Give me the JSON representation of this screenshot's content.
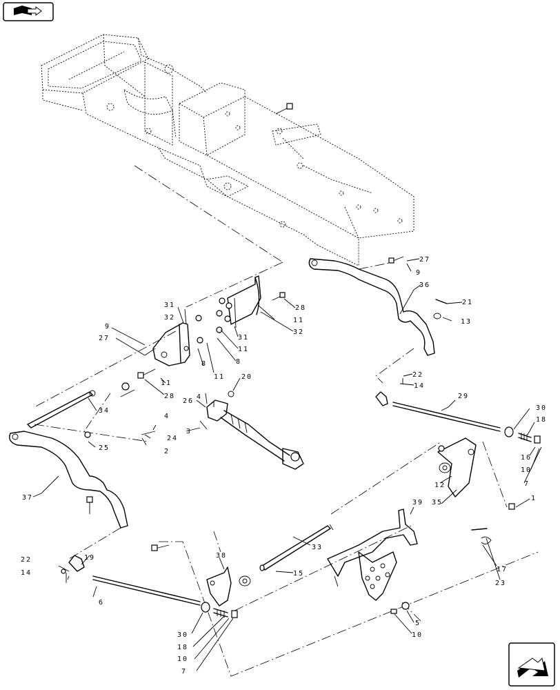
{
  "diagram": {
    "nav": {
      "top_left_icon": "book-arrow-icon",
      "bottom_right_icon": "next-page-arrow-icon"
    },
    "callouts": [
      {
        "id": "c-27a",
        "label": "27"
      },
      {
        "id": "c-9a",
        "label": "9"
      },
      {
        "id": "c-36",
        "label": "36"
      },
      {
        "id": "c-21",
        "label": "21"
      },
      {
        "id": "c-13",
        "label": "13"
      },
      {
        "id": "c-28a",
        "label": "28"
      },
      {
        "id": "c-11a",
        "label": "11"
      },
      {
        "id": "c-32a",
        "label": "32"
      },
      {
        "id": "c-31a",
        "label": "31"
      },
      {
        "id": "c-11b",
        "label": "11"
      },
      {
        "id": "c-8a",
        "label": "8"
      },
      {
        "id": "c-31b",
        "label": "31"
      },
      {
        "id": "c-32b",
        "label": "32"
      },
      {
        "id": "c-9b",
        "label": "9"
      },
      {
        "id": "c-27b",
        "label": "27"
      },
      {
        "id": "c-8b",
        "label": "8"
      },
      {
        "id": "c-11c",
        "label": "11"
      },
      {
        "id": "c-20",
        "label": "20"
      },
      {
        "id": "c-11d",
        "label": "11"
      },
      {
        "id": "c-28b",
        "label": "28"
      },
      {
        "id": "c-4a",
        "label": "4"
      },
      {
        "id": "c-26",
        "label": "26"
      },
      {
        "id": "c-3",
        "label": "3"
      },
      {
        "id": "c-34",
        "label": "34"
      },
      {
        "id": "c-4b",
        "label": "4"
      },
      {
        "id": "c-24",
        "label": "24"
      },
      {
        "id": "c-25",
        "label": "25"
      },
      {
        "id": "c-2",
        "label": "2"
      },
      {
        "id": "c-22a",
        "label": "22"
      },
      {
        "id": "c-14a",
        "label": "14"
      },
      {
        "id": "c-29",
        "label": "29"
      },
      {
        "id": "c-30a",
        "label": "30"
      },
      {
        "id": "c-18a",
        "label": "18"
      },
      {
        "id": "c-16",
        "label": "16"
      },
      {
        "id": "c-10a",
        "label": "10"
      },
      {
        "id": "c-7a",
        "label": "7"
      },
      {
        "id": "c-1",
        "label": "1"
      },
      {
        "id": "c-12",
        "label": "12"
      },
      {
        "id": "c-39",
        "label": "39"
      },
      {
        "id": "c-35",
        "label": "35"
      },
      {
        "id": "c-37",
        "label": "37"
      },
      {
        "id": "c-33",
        "label": "33"
      },
      {
        "id": "c-17",
        "label": "17"
      },
      {
        "id": "c-23",
        "label": "23"
      },
      {
        "id": "c-22b",
        "label": "22"
      },
      {
        "id": "c-19",
        "label": "19"
      },
      {
        "id": "c-14b",
        "label": "14"
      },
      {
        "id": "c-38",
        "label": "38"
      },
      {
        "id": "c-15",
        "label": "15"
      },
      {
        "id": "c-6",
        "label": "6"
      },
      {
        "id": "c-5",
        "label": "5"
      },
      {
        "id": "c-10b",
        "label": "10"
      },
      {
        "id": "c-30b",
        "label": "30"
      },
      {
        "id": "c-18b",
        "label": "18"
      },
      {
        "id": "c-10c",
        "label": "10"
      },
      {
        "id": "c-7b",
        "label": "7"
      }
    ]
  }
}
